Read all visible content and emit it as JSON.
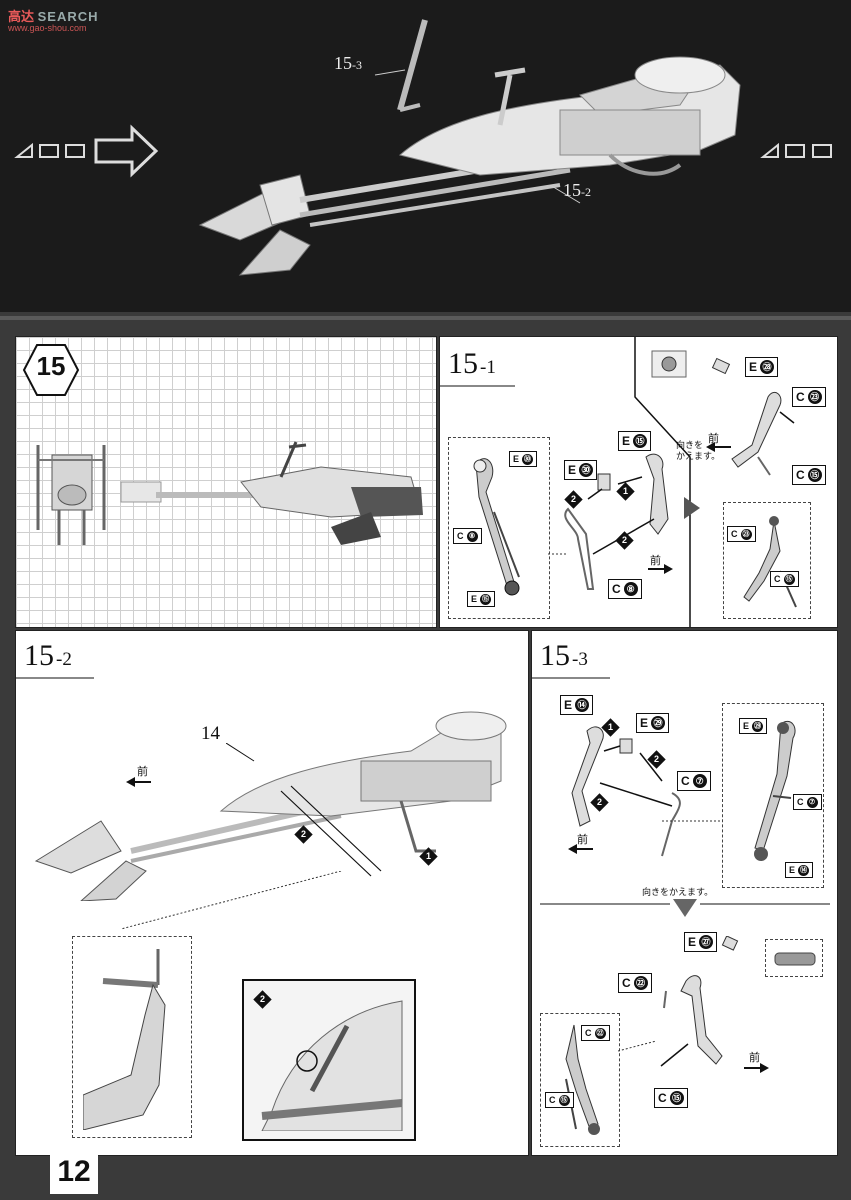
{
  "watermark": {
    "brand": "高达",
    "search": "SEARCH",
    "url": "www.gao-shou.com"
  },
  "top": {
    "callouts": [
      {
        "main": "15",
        "sub": "-3"
      },
      {
        "main": "15",
        "sub": "-2"
      }
    ]
  },
  "step": {
    "number": "15",
    "sub1": {
      "main": "15",
      "sub": "-1"
    },
    "sub2": {
      "main": "15",
      "sub": "-2"
    },
    "sub3": {
      "main": "15",
      "sub": "-3"
    }
  },
  "s1": {
    "e15": "E",
    "e15n": "⑮",
    "e30": "E",
    "e30n": "㉚",
    "c8": "C",
    "c8n": "⑧",
    "e30s": "E",
    "e30sn": "㉚",
    "c8s": "C",
    "c8sn": "⑧",
    "e15s": "E",
    "e15sn": "⑮",
    "s1": "1",
    "s2": "2",
    "s2b": "2",
    "mae": "前",
    "turn": "向きを\nかえます。",
    "e28": "E",
    "e28n": "㉘",
    "c23": "C",
    "c23n": "㉓",
    "c15": "C",
    "c15n": "⑮",
    "mae2": "前",
    "c23s": "C",
    "c23sn": "㉓",
    "c15s": "C",
    "c15sn": "⑮"
  },
  "s2": {
    "part14": "14",
    "mae": "前",
    "s1": "1",
    "s2": "2",
    "s2b": "2"
  },
  "s3": {
    "e14": "E",
    "e14n": "⑭",
    "e29": "E",
    "e29n": "㉙",
    "c7": "C",
    "c7n": "⑦",
    "s1": "1",
    "s2": "2",
    "s2b": "2",
    "mae": "前",
    "e29s": "E",
    "e29sn": "㉙",
    "c7s": "C",
    "c7sn": "⑦",
    "e14s": "E",
    "e14sn": "⑭",
    "turn": "向きをかえます。",
    "e27": "E",
    "e27n": "㉗",
    "c22": "C",
    "c22n": "㉒",
    "c15": "C",
    "c15n": "⑮",
    "mae2": "前",
    "c22s": "C",
    "c22sn": "㉒",
    "c15s": "C",
    "c15sn": "⑮"
  },
  "page": {
    "number": "12"
  }
}
